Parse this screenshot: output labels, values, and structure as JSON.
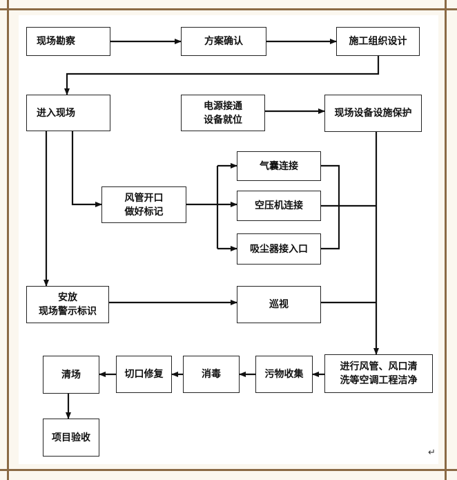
{
  "nodes": {
    "survey": "现场勘察",
    "plan": "方案确认",
    "design": "施工组织设计",
    "enter": "进入现场",
    "power": "电源接通\n设备就位",
    "protect": "现场设备设施保护",
    "airbag": "气囊连接",
    "compressor": "空压机连接",
    "duct_mark": "风管开口\n做好标记",
    "vacuum": "吸尘器接入口",
    "warning": "安放\n现场警示标识",
    "patrol": "巡视",
    "clean": "进行风管、风口清\n洗等空调工程洁净",
    "collect": "污物收集",
    "disinfect": "消毒",
    "repair": "切口修复",
    "clearsite": "清场",
    "accept": "项目验收"
  },
  "return_mark": "↵"
}
